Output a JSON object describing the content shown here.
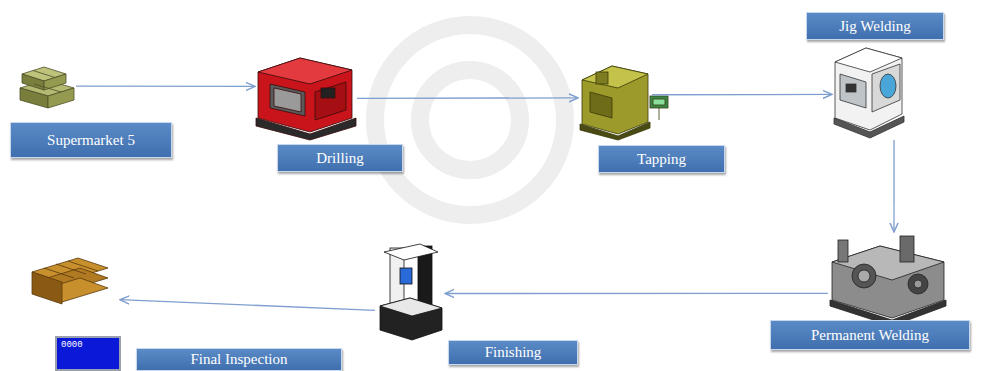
{
  "diagram": {
    "nodes": [
      {
        "text": [
          "Supermarket 5"
        ]
      },
      {
        "text": [
          "Drilling"
        ]
      },
      {
        "text": [
          "Tapping"
        ]
      },
      {
        "text": [
          "Jig Welding"
        ]
      },
      {
        "text": [
          "Permanent Welding"
        ]
      },
      {
        "text": [
          "Finishing"
        ]
      },
      {
        "text": [
          "Final Inspection"
        ]
      }
    ],
    "edges": [
      {
        "from": 0,
        "to": 1,
        "arrow": "to"
      },
      {
        "from": 1,
        "to": 2,
        "arrow": "to"
      },
      {
        "from": 2,
        "to": 3,
        "arrow": "to"
      },
      {
        "from": 3,
        "to": 4,
        "arrow": "to"
      },
      {
        "from": 4,
        "to": 5,
        "arrow": "to"
      },
      {
        "from": 5,
        "to": 6,
        "arrow": "to"
      }
    ],
    "labels": [
      "0000"
    ]
  }
}
